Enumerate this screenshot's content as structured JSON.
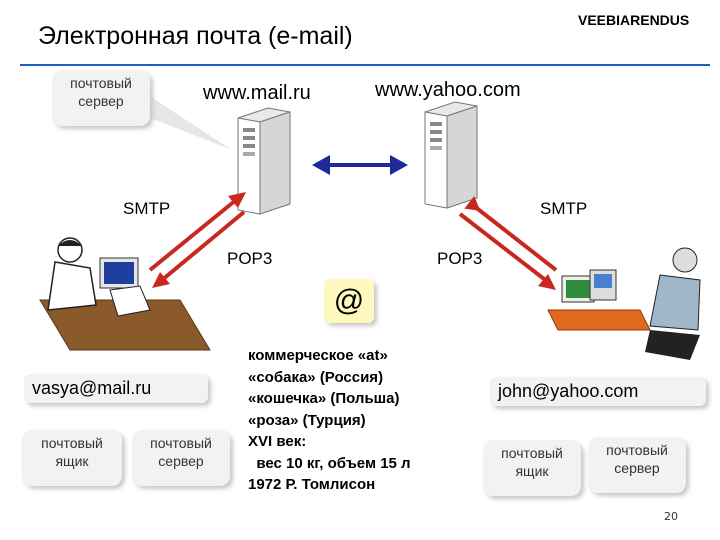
{
  "title": "Электронная почта (e-mail)",
  "brand": "VEEBIARENDUS",
  "hosts": {
    "left": "www.mail.ru",
    "right": "www.yahoo.com"
  },
  "bubbles": {
    "top_server": [
      "почтовый",
      "сервер"
    ],
    "left_box": [
      "почтовый",
      "ящик"
    ],
    "left_server": [
      "почтовый",
      "сервер"
    ],
    "right_box": [
      "почтовый",
      "ящик"
    ],
    "right_server": [
      "почтовый",
      "сервер"
    ]
  },
  "protocols": {
    "smtp_left": "SMTP",
    "smtp_right": "SMTP",
    "pop3_left": "POP3",
    "pop3_right": "POP3"
  },
  "addresses": {
    "left": "vasya@mail.ru",
    "right": "john@yahoo.com"
  },
  "at_symbol": "@",
  "notes": [
    "коммерческое «at»",
    "«собака» (Россия)",
    "«кошечка» (Польша)",
    "«роза» (Турция)",
    "XVI век:",
    "  вес 10 кг, объем 15 л",
    "1972 Р. Томлисон"
  ],
  "page_number": "20",
  "colors": {
    "accent_line": "#1f5fbf",
    "arrow_red": "#c8281e",
    "arrow_blue": "#1e2a9a",
    "note_bg": "#fff9c0"
  }
}
